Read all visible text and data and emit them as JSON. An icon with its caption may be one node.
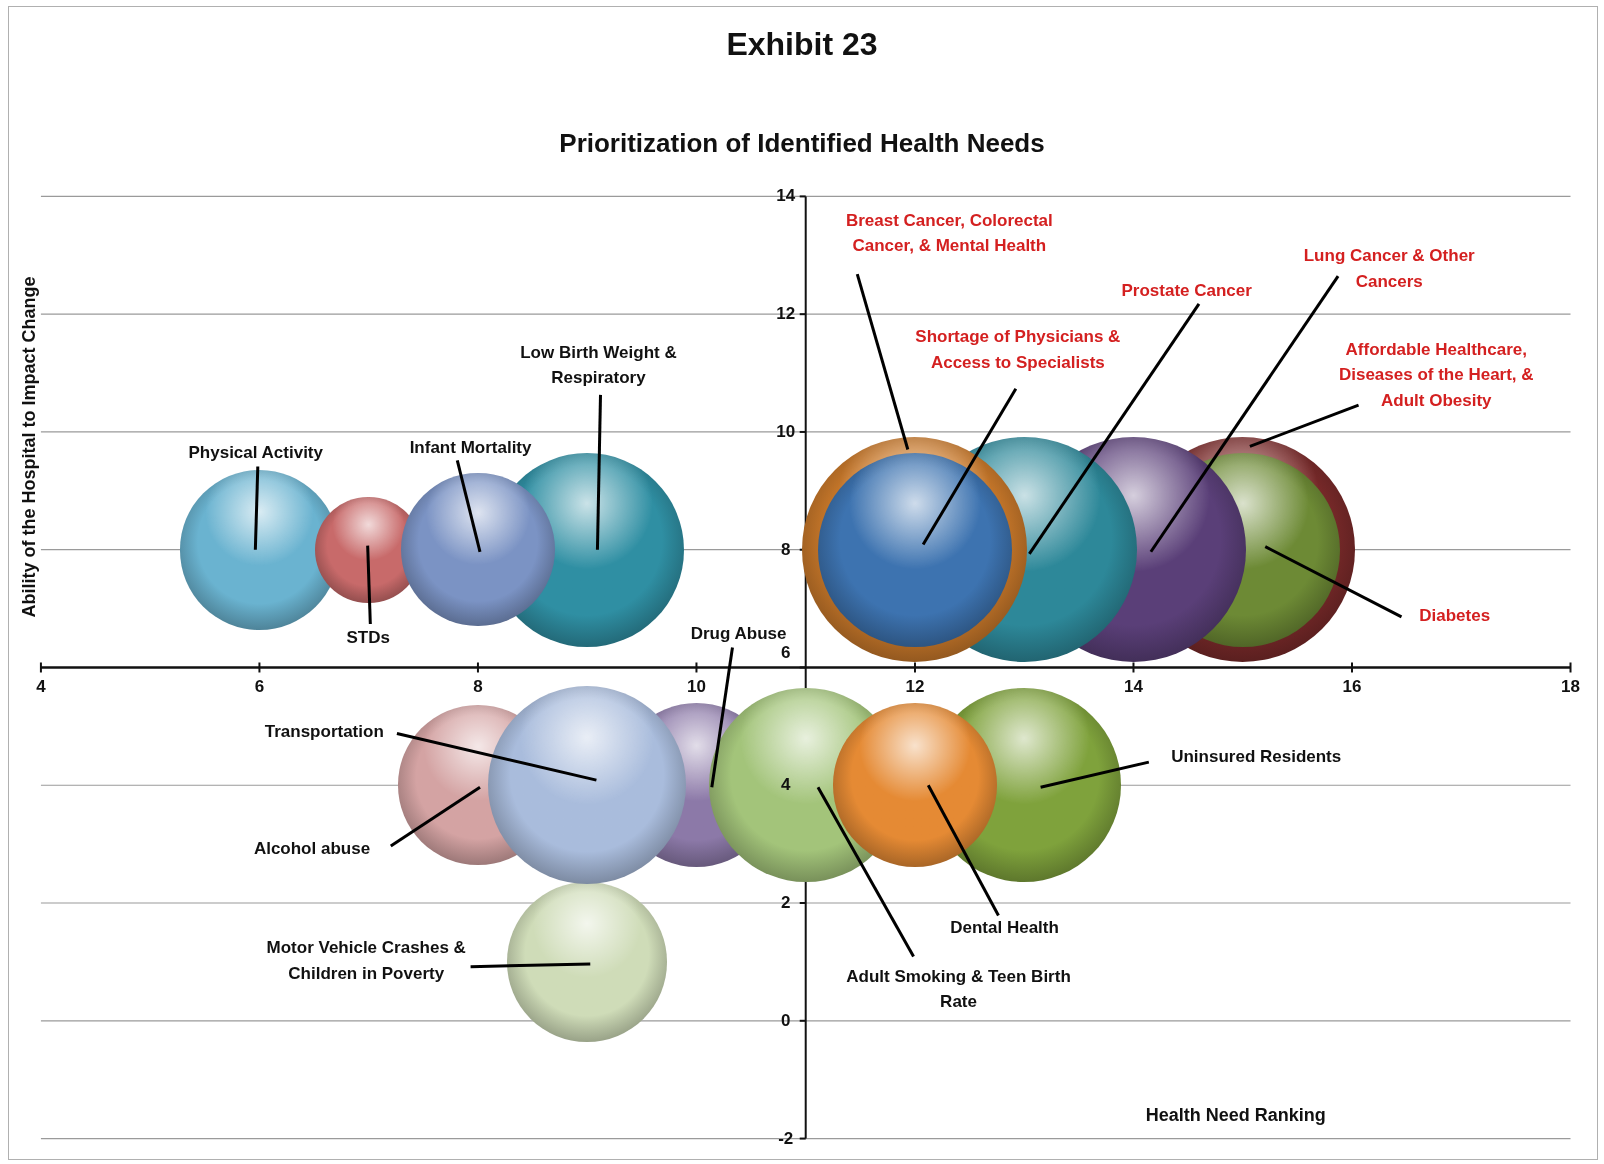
{
  "diagram": {
    "title": "Exhibit 23",
    "nodes": [
      {
        "text": [
          "Physical Activity"
        ]
      },
      {
        "text": [
          "Low Birth Weight & Respiratory"
        ]
      },
      {
        "text": [
          "Infant Mortality"
        ]
      },
      {
        "text": [
          "STDs"
        ]
      },
      {
        "text": [
          "Breast Cancer, Colorectal Cancer, & Mental Health"
        ]
      },
      {
        "text": [
          "Prostate Cancer"
        ]
      },
      {
        "text": [
          "Lung Cancer & Other Cancers"
        ]
      },
      {
        "text": [
          "Shortage of Physicians & Access to Specialists"
        ]
      },
      {
        "text": [
          "Affordable Healthcare, Diseases of the Heart, & Adult Obesity"
        ]
      },
      {
        "text": [
          "Diabetes"
        ]
      },
      {
        "text": [
          "Drug Abuse"
        ]
      },
      {
        "text": [
          "Transportation"
        ]
      },
      {
        "text": [
          "Uninsured Residents"
        ]
      },
      {
        "text": [
          "Alcohol abuse"
        ]
      },
      {
        "text": [
          "Dental Health"
        ]
      },
      {
        "text": [
          "Motor Vehicle Crashes & Children in Poverty"
        ]
      },
      {
        "text": [
          "Adult Smoking & Teen Birth Rate"
        ]
      },
      {
        "text": [],
        "shape": "circle"
      },
      {
        "text": [],
        "shape": "circle"
      },
      {
        "text": [],
        "shape": "circle"
      },
      {
        "text": [],
        "shape": "circle"
      },
      {
        "text": [],
        "shape": "circle"
      },
      {
        "text": [],
        "shape": "circle",
        "in": 21
      },
      {
        "text": [],
        "shape": "circle"
      },
      {
        "text": [],
        "shape": "circle"
      },
      {
        "text": [],
        "shape": "circle"
      },
      {
        "text": [],
        "shape": "circle",
        "in": 25
      },
      {
        "text": [],
        "shape": "circle"
      },
      {
        "text": [],
        "shape": "circle"
      },
      {
        "text": [],
        "shape": "circle"
      },
      {
        "text": [],
        "shape": "circle"
      },
      {
        "text": [],
        "shape": "circle"
      },
      {
        "text": [],
        "shape": "circle"
      },
      {
        "text": [],
        "shape": "circle"
      }
    ],
    "edges": [
      {
        "from": 0,
        "to": 17,
        "arrow": "none"
      },
      {
        "from": 1,
        "to": 20,
        "arrow": "none"
      },
      {
        "from": 2,
        "to": 19,
        "arrow": "none"
      },
      {
        "from": 3,
        "to": 18,
        "arrow": "none"
      },
      {
        "from": 4,
        "to": 21,
        "arrow": "none"
      },
      {
        "from": 5,
        "to": 23,
        "arrow": "none"
      },
      {
        "from": 6,
        "to": 24,
        "arrow": "none"
      },
      {
        "from": 7,
        "to": 22,
        "arrow": "none"
      },
      {
        "from": 8,
        "to": 25,
        "arrow": "none"
      },
      {
        "from": 9,
        "to": 26,
        "arrow": "none"
      },
      {
        "from": 10,
        "to": 29,
        "arrow": "none"
      },
      {
        "from": 11,
        "to": 28,
        "arrow": "none"
      },
      {
        "from": 12,
        "to": 32,
        "arrow": "none"
      },
      {
        "from": 13,
        "to": 27,
        "arrow": "none"
      },
      {
        "from": 14,
        "to": 31,
        "arrow": "none"
      },
      {
        "from": 15,
        "to": 33,
        "arrow": "none"
      },
      {
        "from": 16,
        "to": 30,
        "arrow": "none"
      }
    ],
    "labels": [
      "Prioritization of Identified Health Needs",
      "14",
      "12",
      "10",
      "8",
      "6",
      "4",
      "2",
      "0",
      "-2",
      "4",
      "6",
      "8",
      "10",
      "12",
      "14",
      "16",
      "18",
      "Ability of the Hospital to Impact Change",
      "Health Need Ranking"
    ]
  }
}
